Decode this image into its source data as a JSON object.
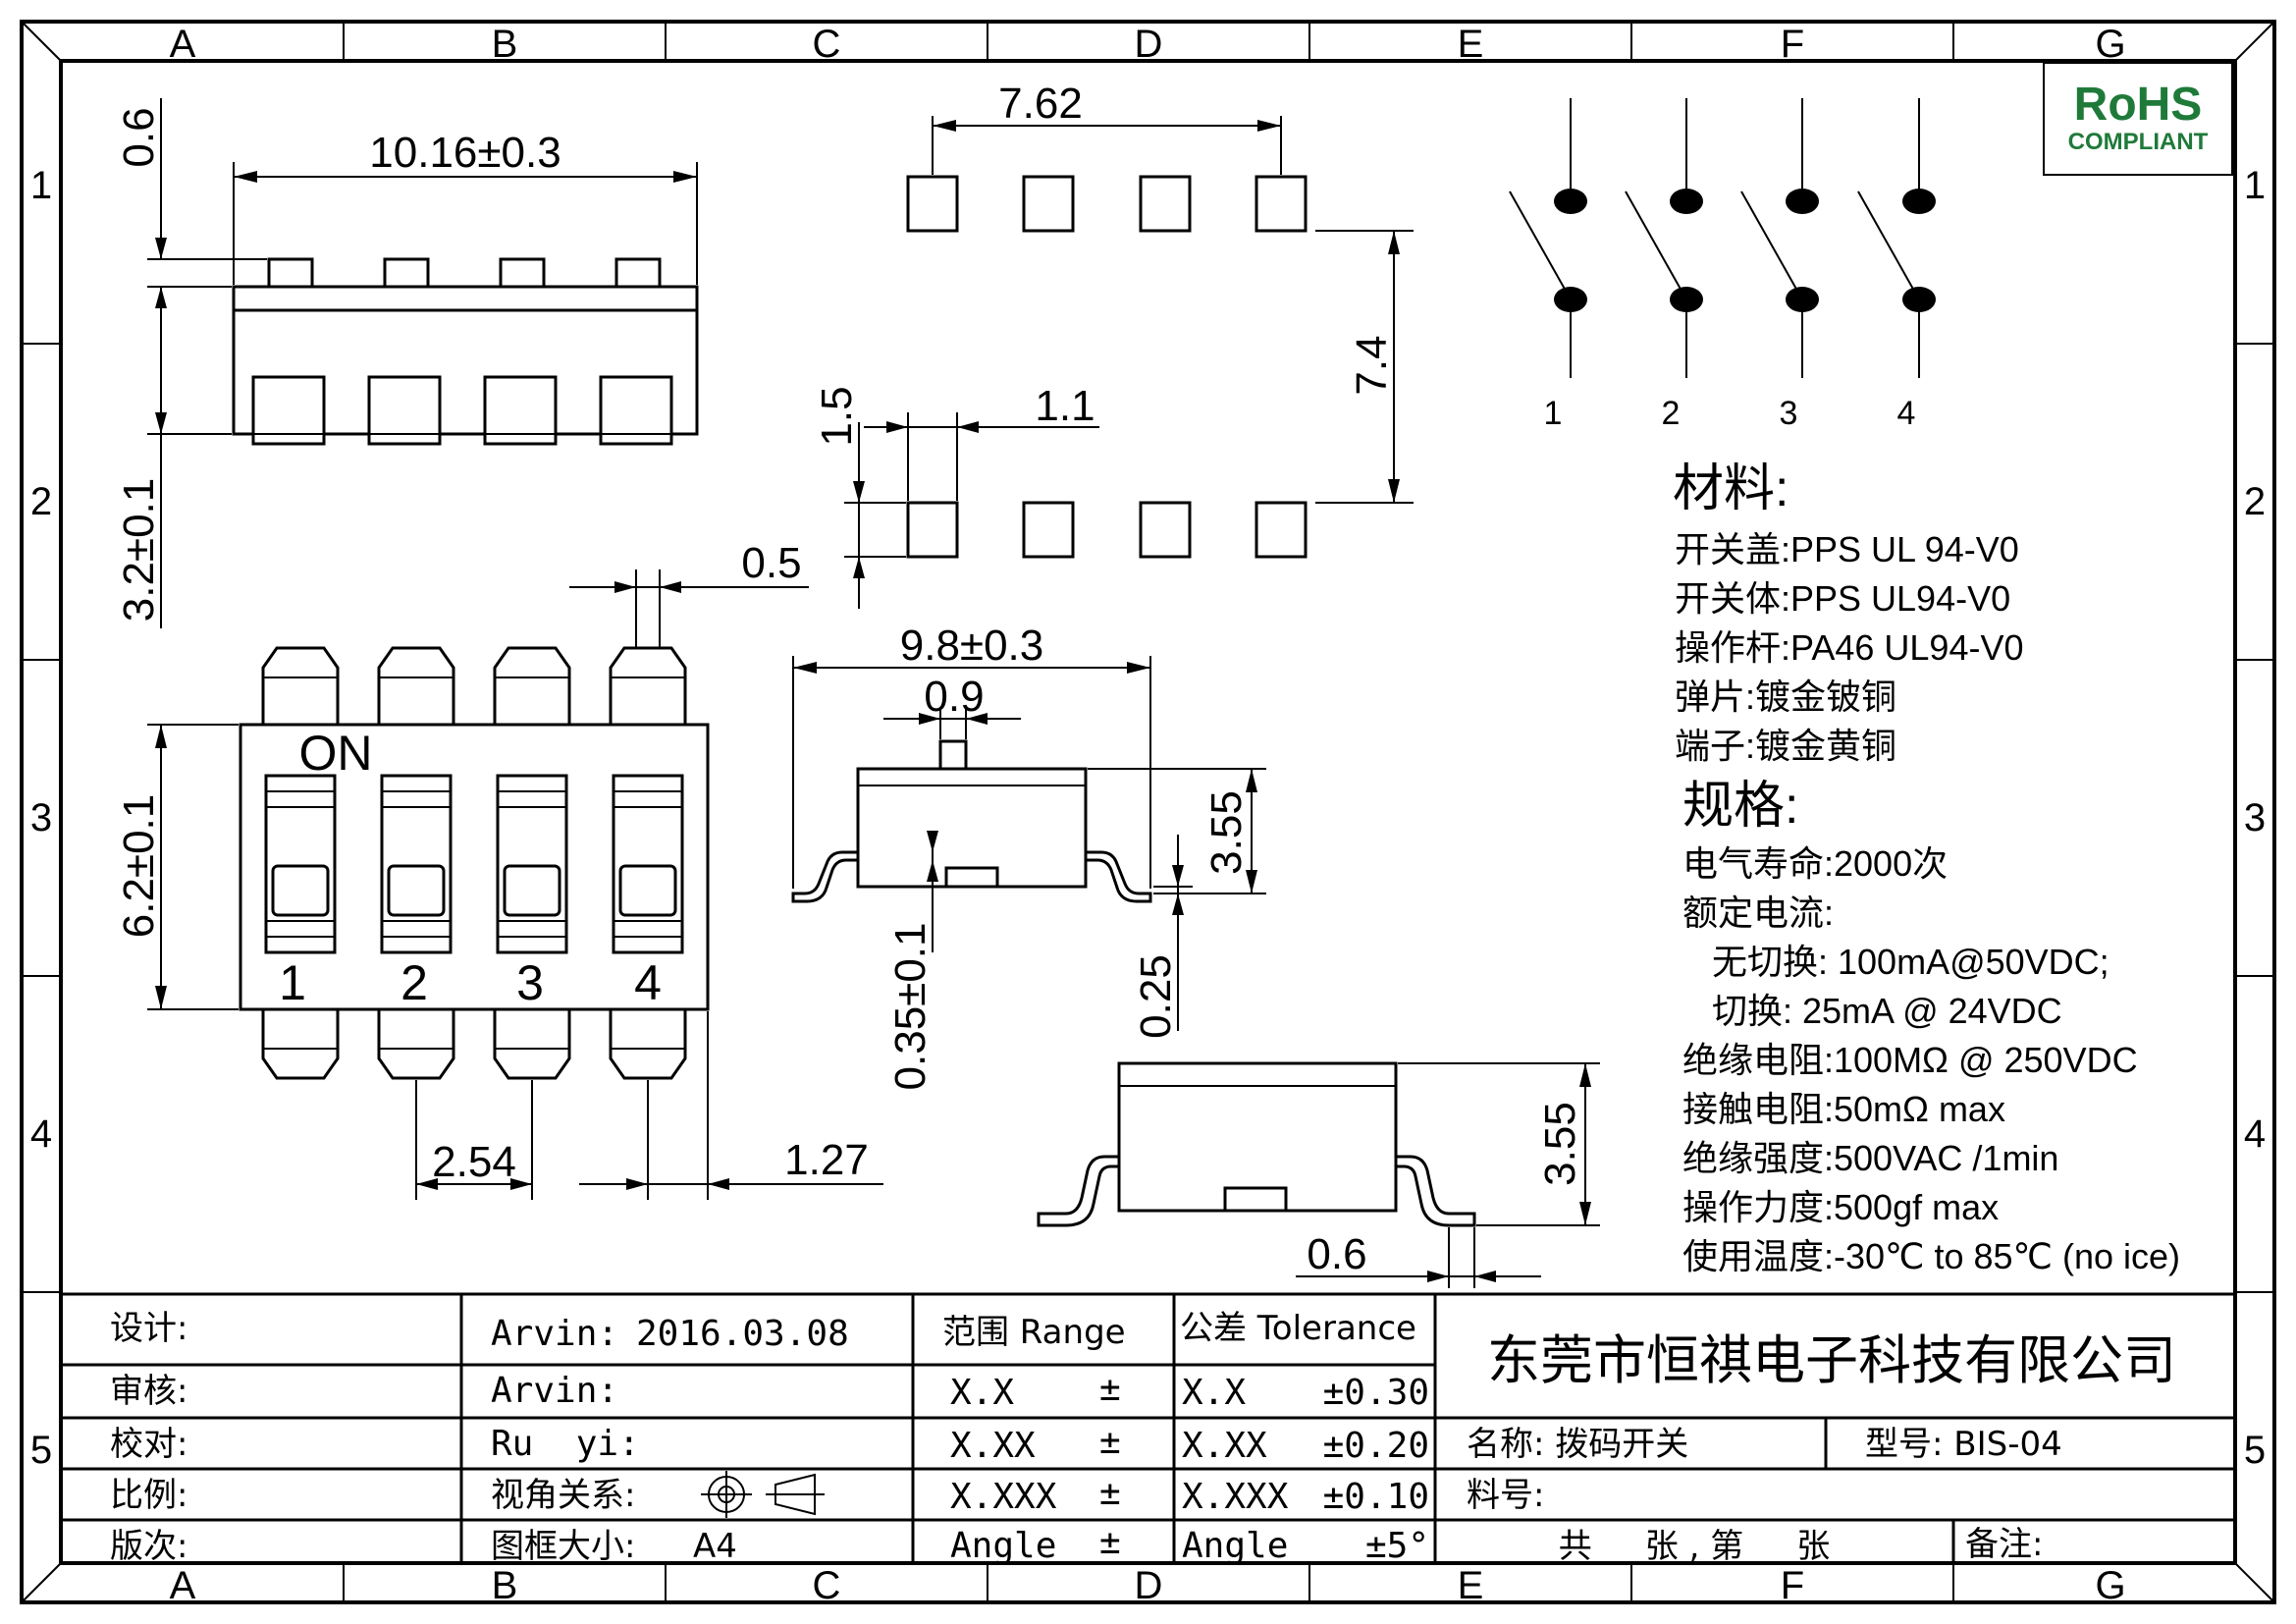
{
  "grid": {
    "columns": [
      "A",
      "B",
      "C",
      "D",
      "E",
      "F",
      "G"
    ],
    "rows": [
      "1",
      "2",
      "3",
      "4",
      "5"
    ]
  },
  "rohs": {
    "line1": "RoHS",
    "line2": "COMPLIANT",
    "color": "#1f7a3a"
  },
  "dimensions": {
    "top_width": "10.16±0.3",
    "top_pin_height": "0.6",
    "body_height": "3.2±0.1",
    "pad_pitch": "7.62",
    "pad_row_spacing": "7.4",
    "pad_height": "1.5",
    "pad_width": "1.1",
    "pin_width": "0.5",
    "side_length": "9.8±0.3",
    "actuator_width": "0.9",
    "side_height": "3.55",
    "lead_thickness": "0.35±0.1",
    "standoff": "0.25",
    "end_height": "3.55",
    "end_lead": "0.6",
    "body_width": "6.2±0.1",
    "pin_pitch": "2.54",
    "pin_offset": "1.27"
  },
  "switch": {
    "on_label": "ON",
    "positions": [
      "1",
      "2",
      "3",
      "4"
    ]
  },
  "schematic": {
    "pins": [
      "1",
      "2",
      "3",
      "4"
    ]
  },
  "materials": {
    "heading": "材料:",
    "items": [
      "开关盖:PPS UL 94-V0",
      "开关体:PPS  UL94-V0",
      "操作杆:PA46  UL94-V0",
      "弹片:镀金铍铜",
      "端子:镀金黄铜"
    ]
  },
  "specs": {
    "heading": "规格:",
    "items": [
      "电气寿命:2000次",
      "额定电流:",
      "   无切换: 100mA@50VDC;",
      "   切换: 25mA @ 24VDC",
      "绝缘电阻:100MΩ  @ 250VDC",
      "接触电阻:50mΩ  max",
      "绝缘强度:500VAC /1min",
      "操作力度:500gf max",
      "使用温度:-30℃ to 85℃ (no ice)"
    ]
  },
  "titleblock": {
    "labels": [
      "设计:",
      "审核:",
      "校对:",
      "比例:",
      "版次:"
    ],
    "design": {
      "name": "Arvin:",
      "date": "2016.03.08"
    },
    "review": "Arvin:",
    "check": "Ru  yi:",
    "projection_label": "视角关系:",
    "frame_size_label": "图框大小:",
    "frame_size_value": "A4",
    "range_header": "范围 Range",
    "tolerance_header": "公差 Tolerance",
    "range_rows": [
      {
        "fmt": "X.X",
        "pm": "±"
      },
      {
        "fmt": "X.XX",
        "pm": "±"
      },
      {
        "fmt": "X.XXX",
        "pm": "±"
      },
      {
        "fmt": "Angle",
        "pm": "±"
      }
    ],
    "tolerance_rows": [
      {
        "fmt": "X.X",
        "val": "±0.30"
      },
      {
        "fmt": "X.XX",
        "val": "±0.20"
      },
      {
        "fmt": "X.XXX",
        "val": "±0.10"
      },
      {
        "fmt": "Angle",
        "val": "±5°"
      }
    ],
    "company": "东莞市恒祺电子科技有限公司",
    "name_label": "名称: 拨码开关",
    "model_label": "型号: BIS-04",
    "material_no": "料号:",
    "sheets": "共     张 , 第     张",
    "remarks": "备注:"
  }
}
